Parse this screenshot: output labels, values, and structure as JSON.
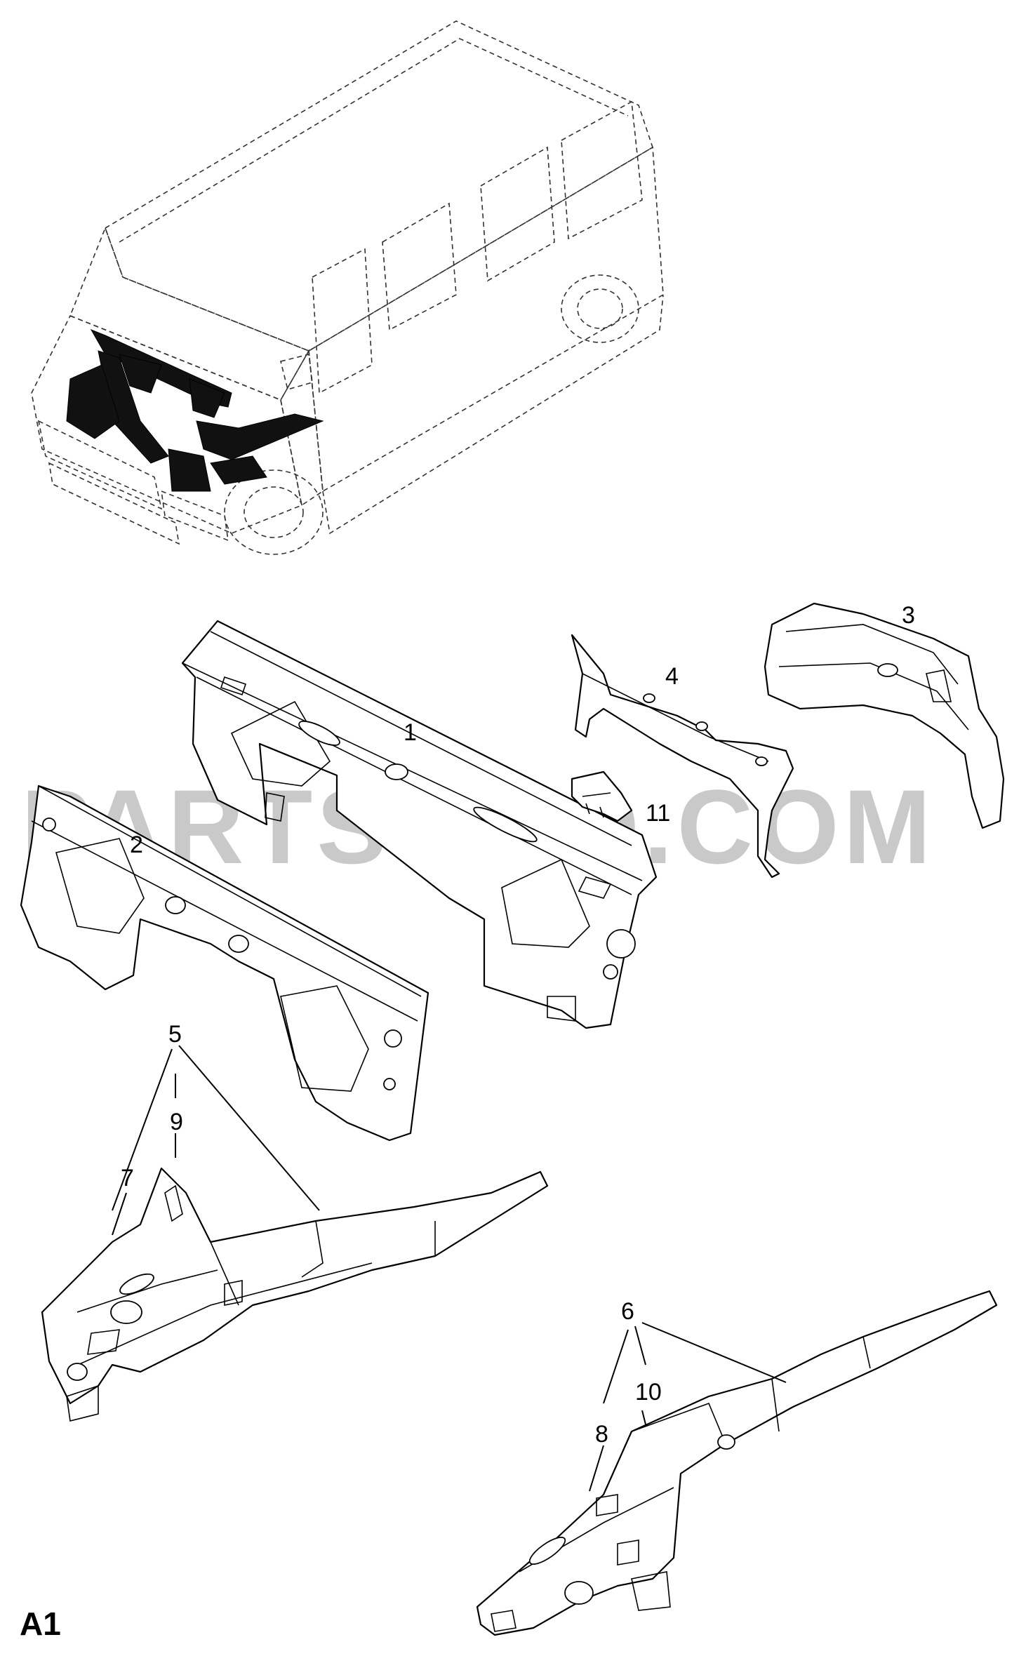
{
  "figure_label": "A1",
  "watermark": "PARTSOUQ.COM",
  "callouts": {
    "c1": "1",
    "c2": "2",
    "c3": "3",
    "c4": "4",
    "c5": "5",
    "c6": "6",
    "c7": "7",
    "c8": "8",
    "c9": "9",
    "c10": "10",
    "c11": "11"
  }
}
